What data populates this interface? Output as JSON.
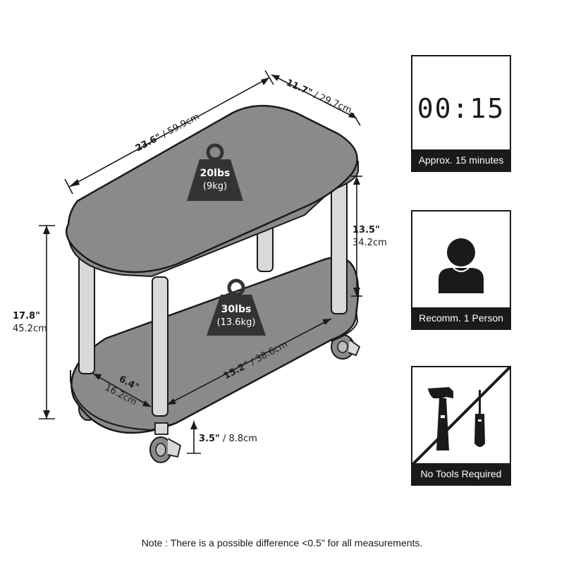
{
  "dimensions": {
    "length": {
      "imperial": "23.6\"",
      "metric": "59.9cm"
    },
    "width": {
      "imperial": "11.7\"",
      "metric": "29.7cm"
    },
    "height": {
      "imperial": "17.8\"",
      "metric": "45.2cm"
    },
    "shelf_gap": {
      "imperial": "13.5\"",
      "metric": "34.2cm"
    },
    "lower_length": {
      "imperial": "15.2\"",
      "metric": "38.6cm"
    },
    "lower_width": {
      "imperial": "6.4\"",
      "metric": "16.2cm"
    },
    "clearance": {
      "imperial": "3.5\"",
      "metric": "8.8cm"
    }
  },
  "weights": {
    "top": {
      "imperial": "20lbs",
      "metric": "(9kg)"
    },
    "bottom": {
      "imperial": "30lbs",
      "metric": "(13.6kg)"
    }
  },
  "cards": {
    "time": {
      "display": "00:15",
      "caption": "Approx. 15 minutes"
    },
    "person": {
      "caption": "Recomm. 1 Person"
    },
    "tools": {
      "caption": "No Tools Required"
    }
  },
  "icons": [
    "weight-icon",
    "person-icon",
    "hammer-icon",
    "screwdriver-icon"
  ],
  "colors": {
    "ink": "#1a1a1a",
    "shelf": "#8a8a8a",
    "leg": "#d9d9d9",
    "badge": "#333333"
  },
  "note": "Note : There is a possible difference <0.5\" for all measurements."
}
